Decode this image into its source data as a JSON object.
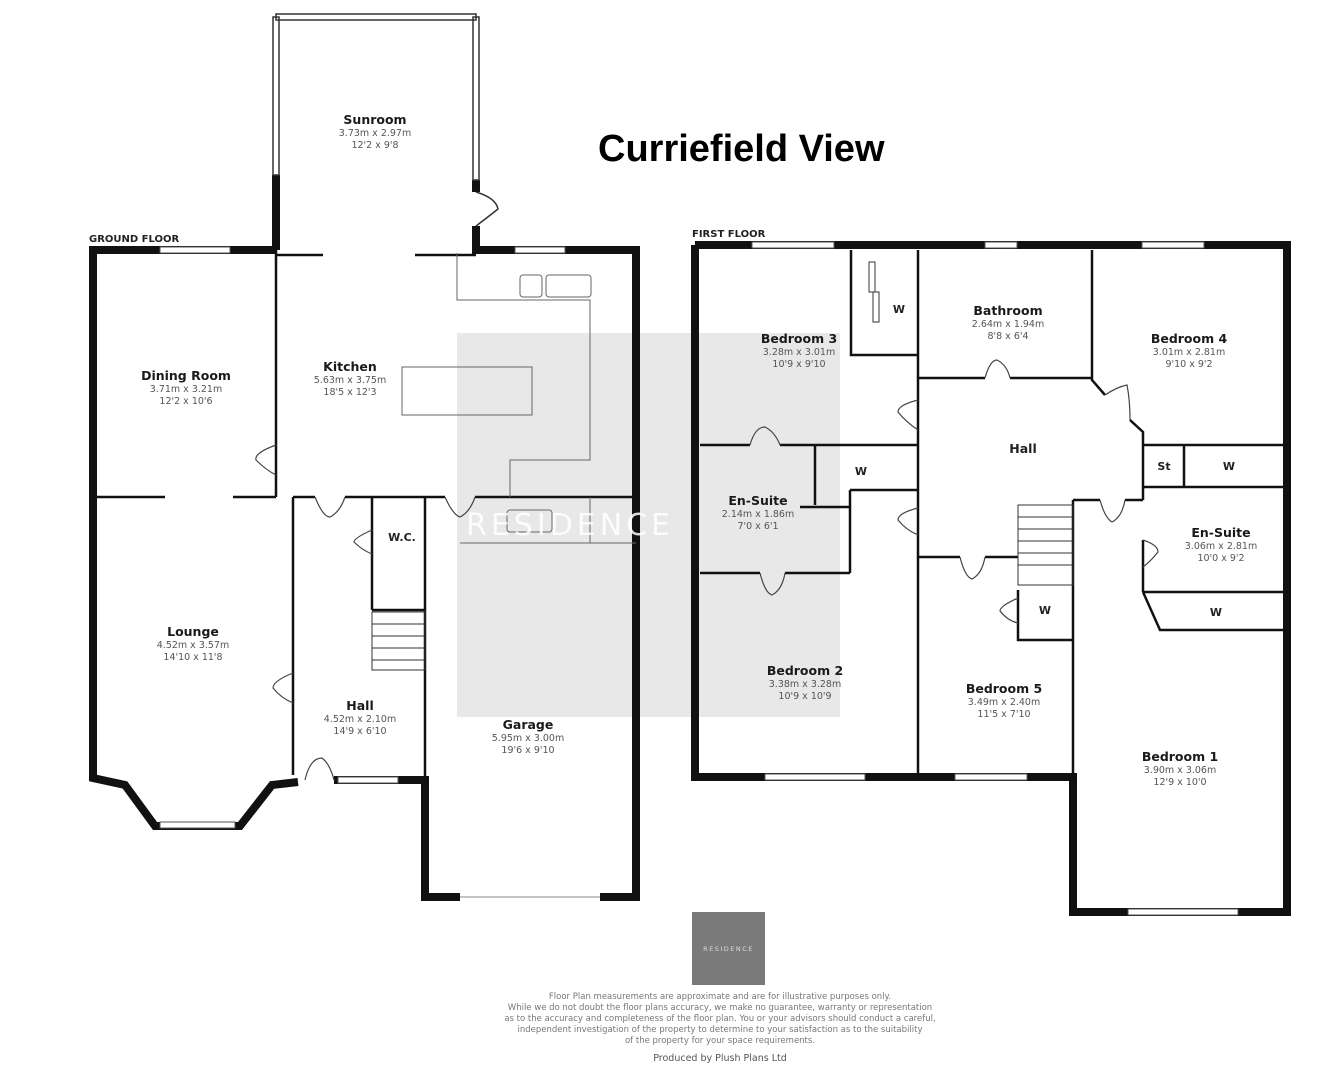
{
  "title": "Curriefield View",
  "ground_floor": {
    "label": "GROUND FLOOR",
    "rooms": [
      {
        "name": "Sunroom",
        "metric": "3.73m x 2.97m",
        "imperial": "12'2 x 9'8"
      },
      {
        "name": "Dining Room",
        "metric": "3.71m x 3.21m",
        "imperial": "12'2 x 10'6"
      },
      {
        "name": "Kitchen",
        "metric": "5.63m x 3.75m",
        "imperial": "18'5 x 12'3"
      },
      {
        "name": "Lounge",
        "metric": "4.52m x 3.57m",
        "imperial": "14'10 x 11'8"
      },
      {
        "name": "Hall",
        "metric": "4.52m x 2.10m",
        "imperial": "14'9 x 6'10"
      },
      {
        "name": "Garage",
        "metric": "5.95m x 3.00m",
        "imperial": "19'6 x 9'10"
      }
    ],
    "wc": "W.C."
  },
  "first_floor": {
    "label": "FIRST FLOOR",
    "rooms": [
      {
        "name": "Bedroom 3",
        "metric": "3.28m x 3.01m",
        "imperial": "10'9 x 9'10"
      },
      {
        "name": "Bathroom",
        "metric": "2.64m x 1.94m",
        "imperial": "8'8 x 6'4"
      },
      {
        "name": "Bedroom 4",
        "metric": "3.01m x 2.81m",
        "imperial": "9'10 x 9'2"
      },
      {
        "name": "En-Suite",
        "metric": "2.14m x 1.86m",
        "imperial": "7'0 x 6'1"
      },
      {
        "name": "En-Suite",
        "metric": "3.06m x 2.81m",
        "imperial": "10'0 x 9'2"
      },
      {
        "name": "Bedroom 2",
        "metric": "3.38m x 3.28m",
        "imperial": "10'9 x 10'9"
      },
      {
        "name": "Bedroom 5",
        "metric": "3.49m x 2.40m",
        "imperial": "11'5 x 7'10"
      },
      {
        "name": "Bedroom 1",
        "metric": "3.90m x 3.06m",
        "imperial": "12'9 x 10'0"
      }
    ],
    "hall": "Hall",
    "wardrobe": "W",
    "store": "St"
  },
  "watermark": "RESIDENCE",
  "logo_text": "RESIDENCE",
  "disclaimer": [
    "Floor Plan measurements are approximate and are for illustrative purposes only.",
    "While we do not doubt the floor plans accuracy, we make no guarantee, warranty or representation",
    "as to the accuracy and completeness of the floor plan. You or your advisors should conduct a careful,",
    "independent investigation of the property to determine to your satisfaction as to the suitability",
    "of the property for your space requirements."
  ],
  "produced_by": "Produced by Plush Plans Ltd",
  "colors": {
    "wall": "#111111",
    "watermark": "#e6e6e6",
    "logo": "#7a7a7a"
  }
}
